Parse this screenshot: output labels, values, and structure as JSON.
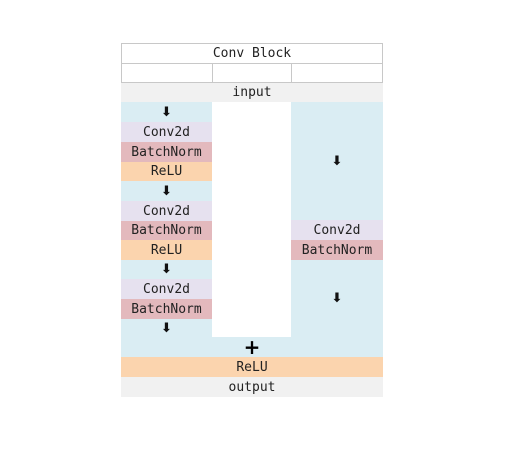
{
  "title": "Conv Block",
  "input_label": "input",
  "output_label": "output",
  "main_path": {
    "arrow": "⬇",
    "conv": "Conv2d",
    "bn": "BatchNorm",
    "relu": "ReLU"
  },
  "shortcut": {
    "arrow": "⬇",
    "conv": "Conv2d",
    "bn": "BatchNorm"
  },
  "merge_symbol": "+",
  "final_relu": "ReLU",
  "colors": {
    "path_bg": "#daedf3",
    "conv_bg": "#e6e1ef",
    "bn_bg": "#e3b9bd",
    "relu_bg": "#fbd4ae",
    "io_bg": "#f1f1f1",
    "border": "#c8c8c8"
  }
}
